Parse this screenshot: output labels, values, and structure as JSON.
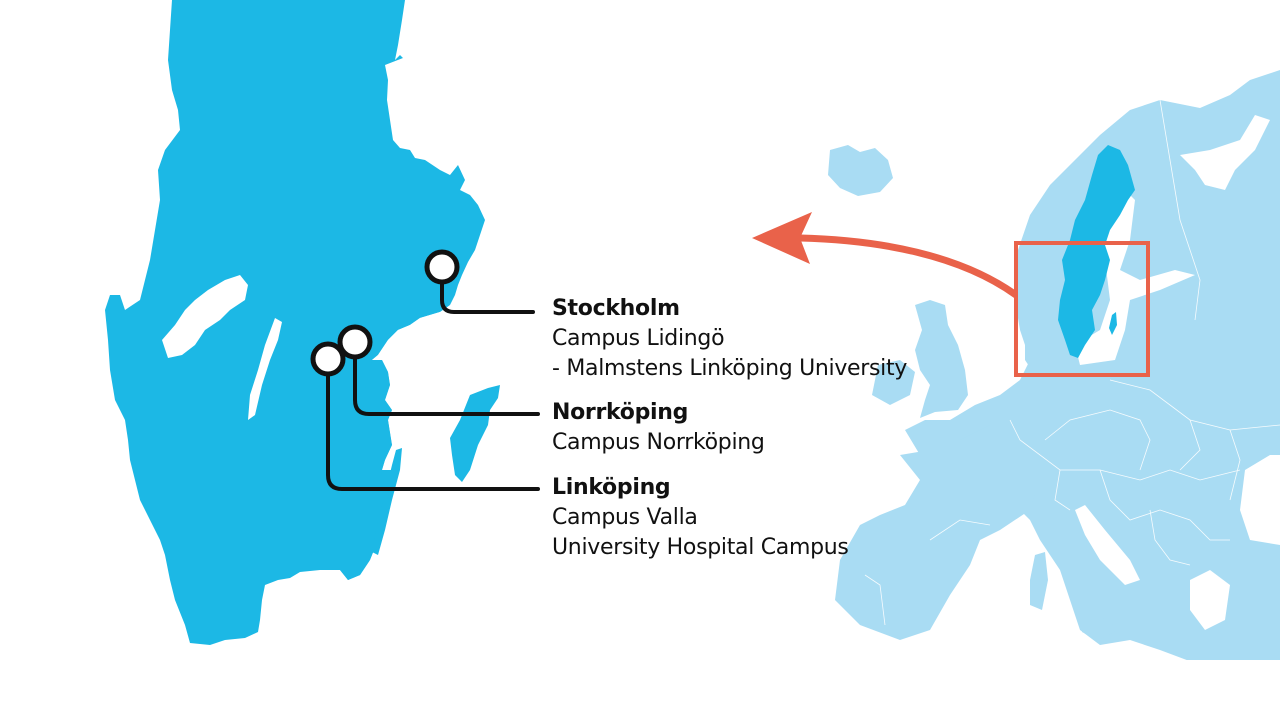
{
  "colors": {
    "sweden_detail": "#1cb8e5",
    "europe": "#a9dcf3",
    "highlight": "#1cb8e5",
    "arrow": "#e9624a",
    "inset_box": "#e9624a",
    "leader_line": "#111111",
    "background": "#ffffff"
  },
  "icons": {
    "marker": "circle-marker-icon",
    "arrow": "curved-arrow-icon"
  },
  "locations": [
    {
      "city": "Stockholm",
      "campuses": [
        "Campus Lidingö",
        "- Malmstens Linköping University"
      ]
    },
    {
      "city": "Norrköping",
      "campuses": [
        "Campus Norrköping"
      ]
    },
    {
      "city": "Linköping",
      "campuses": [
        "Campus Valla",
        "University Hospital Campus"
      ]
    }
  ]
}
